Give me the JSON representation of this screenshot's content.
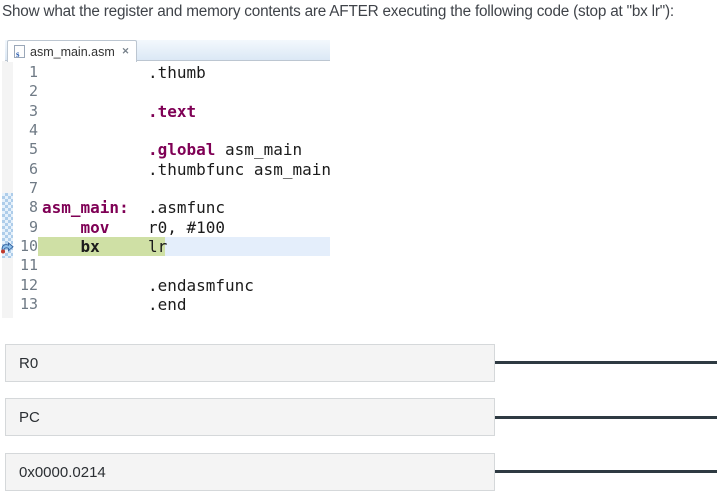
{
  "page": {
    "title": "Show what the register and memory contents are AFTER executing the following code (stop at \"bx lr\"):"
  },
  "editor": {
    "tab": {
      "icon_letter": "s",
      "label": "asm_main.asm",
      "close_glyph": "✕"
    },
    "current_line": 10,
    "code_lines": [
      {
        "n": "1",
        "segments": [
          {
            "t": "           .thumb",
            "c": "plain"
          }
        ]
      },
      {
        "n": "2",
        "segments": []
      },
      {
        "n": "3",
        "segments": [
          {
            "t": "           ",
            "c": "plain"
          },
          {
            "t": ".text",
            "c": "kw"
          }
        ]
      },
      {
        "n": "4",
        "segments": []
      },
      {
        "n": "5",
        "segments": [
          {
            "t": "           ",
            "c": "plain"
          },
          {
            "t": ".global",
            "c": "kw"
          },
          {
            "t": " asm_main",
            "c": "plain"
          }
        ]
      },
      {
        "n": "6",
        "segments": [
          {
            "t": "           .thumbfunc asm_main",
            "c": "plain"
          }
        ]
      },
      {
        "n": "7",
        "segments": []
      },
      {
        "n": "8",
        "segments": [
          {
            "t": "asm_main:",
            "c": "kw"
          },
          {
            "t": "  .asmfunc",
            "c": "plain"
          }
        ]
      },
      {
        "n": "9",
        "segments": [
          {
            "t": "    ",
            "c": "plain"
          },
          {
            "t": "mov",
            "c": "kw"
          },
          {
            "t": "    r0, #100",
            "c": "plain"
          }
        ]
      },
      {
        "n": "10",
        "segments": [
          {
            "t": "    ",
            "c": "plain"
          },
          {
            "t": "bx",
            "c": "bold"
          },
          {
            "t": "     lr",
            "c": "plain"
          }
        ]
      },
      {
        "n": "11",
        "segments": []
      },
      {
        "n": "12",
        "segments": [
          {
            "t": "           .endasmfunc",
            "c": "plain"
          }
        ]
      },
      {
        "n": "13",
        "segments": [
          {
            "t": "           .end",
            "c": "plain"
          }
        ]
      }
    ]
  },
  "answers": [
    {
      "label": "R0"
    },
    {
      "label": "PC"
    },
    {
      "label": "0x0000.0214"
    }
  ],
  "colors": {
    "title_text": "#3f4349",
    "keyword": "#7f0055",
    "plain_text": "#1b1b1b",
    "ip_green": "#cfe0a5",
    "line_blue": "#e4eefb",
    "hatch_dark": "#aecdea",
    "hatch_light": "#e6f1fb",
    "gutter_num": "#6f7a85",
    "answer_line": "#2e3a42",
    "box_bg": "#f4f4f4",
    "box_border": "#d5d8da",
    "tab_strip_top": "#f3f8fd",
    "tab_strip_bottom": "#dbe8f5",
    "tab_border": "#bcc6d1"
  }
}
